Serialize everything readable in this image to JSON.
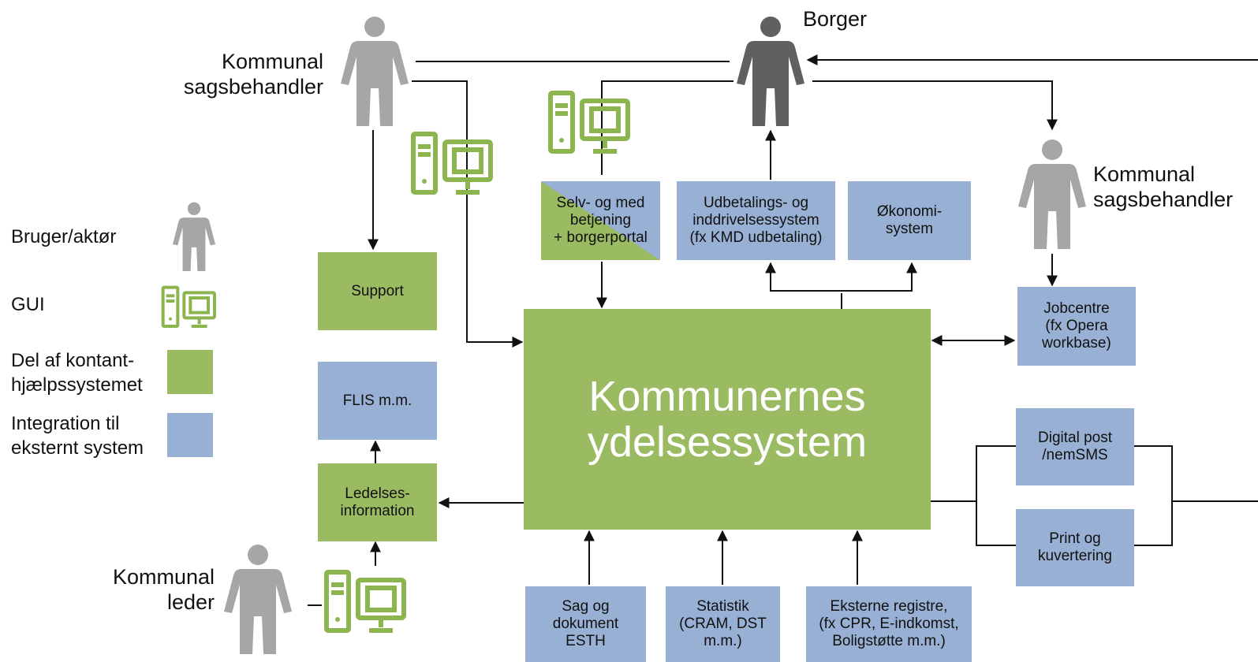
{
  "colors": {
    "green": "#9bbb63",
    "blue": "#98b0d3",
    "person_light": "#a6a6a6",
    "person_dark": "#606060",
    "gui_green": "#8db54f"
  },
  "actors": {
    "top_left": "Kommunal\nsagsbehandler",
    "top_center": "Borger",
    "right": "Kommunal\nsagsbehandler",
    "bottom_left": "Kommunal\nleder"
  },
  "legend": {
    "user": "Bruger/aktør",
    "gui": "GUI",
    "part": "Del af kontant-\nhjælpssystemet",
    "integration": "Integration til\neksternt system"
  },
  "main_system": "Kommunernes\nydelsessystem",
  "boxes": {
    "support": "Support",
    "flis": "FLIS m.m.",
    "ledelse": "Ledelses-\ninformation",
    "selvbetjening": "Selv- og med\nbetjening\n+ borgerportal",
    "udbetaling": "Udbetalings- og\ninddrivelsessystem\n(fx KMD udbetaling)",
    "okonomi": "Økonomi-\nsystem",
    "jobcentre": "Jobcentre\n(fx Opera\nworkbase)",
    "digital_post": "Digital post\n/nemSMS",
    "print": "Print og\nkuvertering",
    "sag": "Sag og\ndokument\nESTH",
    "statistik": "Statistik\n(CRAM, DST\nm.m.)",
    "registre": "Eksterne registre,\n(fx CPR, E-indkomst,\nBoligstøtte m.m.)"
  }
}
